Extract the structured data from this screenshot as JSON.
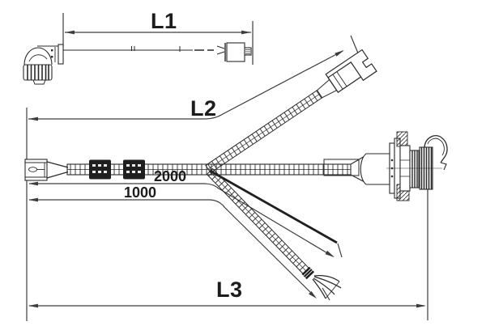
{
  "diagram": {
    "type": "cable-assembly-dimension-drawing",
    "labels": {
      "l1": "L1",
      "l2": "L2",
      "l3": "L3",
      "len2000": "2000",
      "len1000": "1000"
    },
    "colors": {
      "background": "#ffffff",
      "artwork": "#2a2a2a",
      "dimension_line": "#3d3d3d",
      "marker_block": "#1f1f1f",
      "label_text": "#1c1c1c"
    },
    "parts": {
      "left_top": "right-angle-circular-connector-with-coupling-nut",
      "top_inline": "small-inline-plug",
      "main_left": "rectangular-plug",
      "main_right": "bayonet-circular-connector",
      "branch_up": "latching-rectangular-connector",
      "branch_mid": "single-wire-end",
      "branch_low": "stripped-pigtail-end"
    }
  }
}
